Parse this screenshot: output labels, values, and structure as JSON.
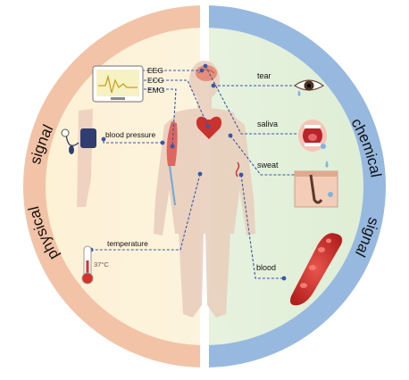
{
  "left_label": {
    "word1": "physical",
    "word2": "signal"
  },
  "right_label": {
    "word1": "chemical",
    "word2": "signal"
  },
  "callouts": {
    "eeg": "EEG",
    "ecg": "ECG",
    "emg": "EMG",
    "blood_pressure": "blood pressure",
    "temperature": "temperature",
    "thermometer_reading": "37°C",
    "tear": "tear",
    "saliva": "saliva",
    "sweat": "sweat",
    "blood": "blood"
  },
  "colors": {
    "left_ring": "#f2c3a6",
    "right_ring": "#97b9e0",
    "left_fill": "#fdf3d9",
    "right_fill": "#e4f1da",
    "connector": "#3a56a8",
    "skin": "#e9cdbc"
  },
  "icons": [
    "monitor-icon",
    "blood-pressure-cuff-icon",
    "thermometer-icon",
    "eye-icon",
    "mouth-icon",
    "skin-sweat-icon",
    "blood-vessel-icon"
  ]
}
